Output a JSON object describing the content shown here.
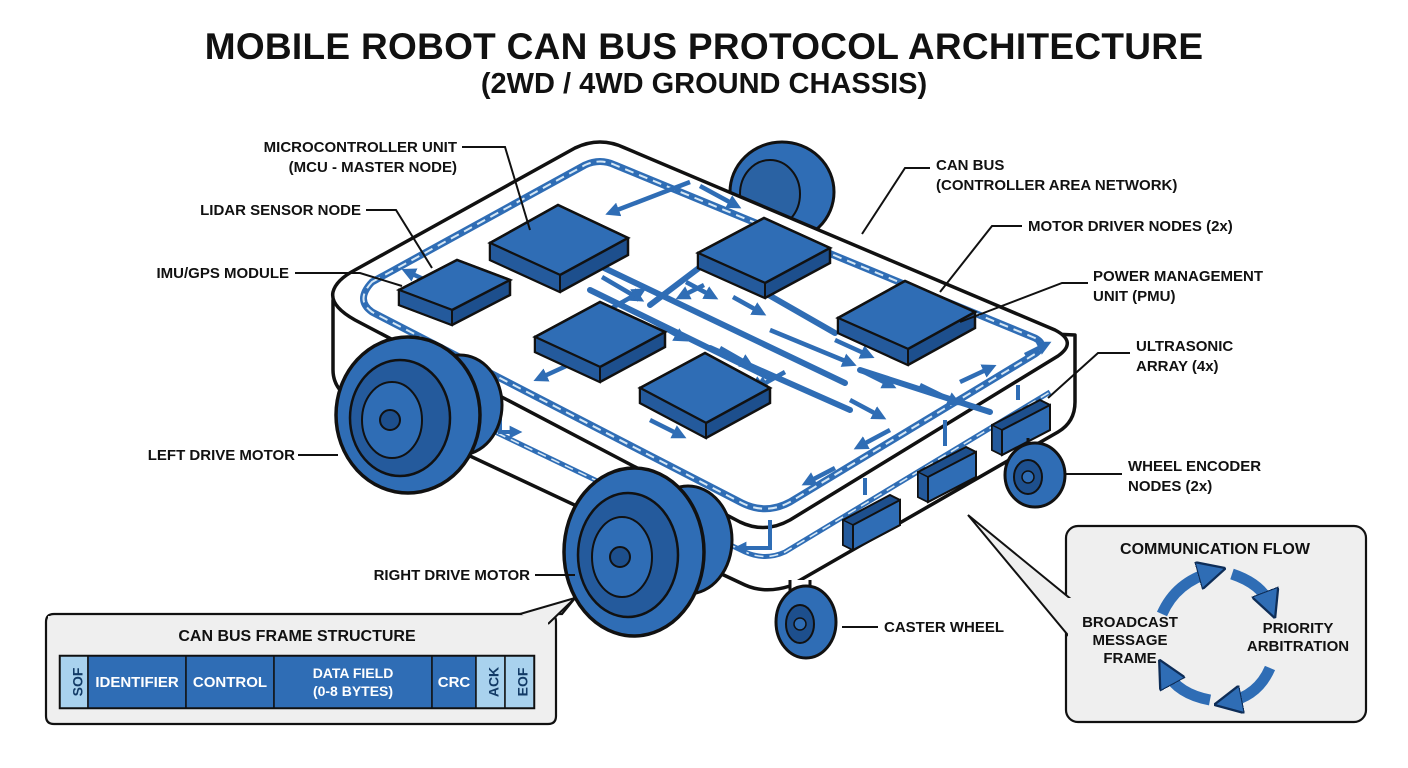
{
  "title": "MOBILE ROBOT CAN BUS PROTOCOL ARCHITECTURE",
  "subtitle": "(2WD / 4WD GROUND CHASSIS)",
  "labels": {
    "mcu_line1": "MICROCONTROLLER UNIT",
    "mcu_line2": "(MCU - MASTER NODE)",
    "lidar": "LIDAR SENSOR NODE",
    "imu": "IMU/GPS MODULE",
    "left_motor": "LEFT DRIVE MOTOR",
    "right_motor": "RIGHT DRIVE MOTOR",
    "caster": "CASTER WHEEL",
    "canbus_line1": "CAN BUS",
    "canbus_line2": "(CONTROLLER AREA NETWORK)",
    "motor_driver": "MOTOR DRIVER NODES (2x)",
    "pmu_line1": "POWER MANAGEMENT",
    "pmu_line2": "UNIT (PMU)",
    "ultra_line1": "ULTRASONIC",
    "ultra_line2": "ARRAY (4x)",
    "encoder_line1": "WHEEL ENCODER",
    "encoder_line2": "NODES (2x)"
  },
  "frame": {
    "title": "CAN BUS FRAME STRUCTURE",
    "sof": "SOF",
    "identifier": "IDENTIFIER",
    "control": "CONTROL",
    "data_line1": "DATA FIELD",
    "data_line2": "(0-8 BYTES)",
    "crc": "CRC",
    "ack": "ACK",
    "eof": "EOF"
  },
  "flow": {
    "title": "COMMUNICATION FLOW",
    "left_line1": "BROADCAST",
    "left_line2": "MESSAGE",
    "left_line3": "FRAME",
    "right_line1": "PRIORITY",
    "right_line2": "ARBITRATION"
  },
  "colors": {
    "node_blue": "#2f6db5",
    "light_blue": "#a9d2ee",
    "panel_bg": "#efefef",
    "outline": "#111111"
  }
}
